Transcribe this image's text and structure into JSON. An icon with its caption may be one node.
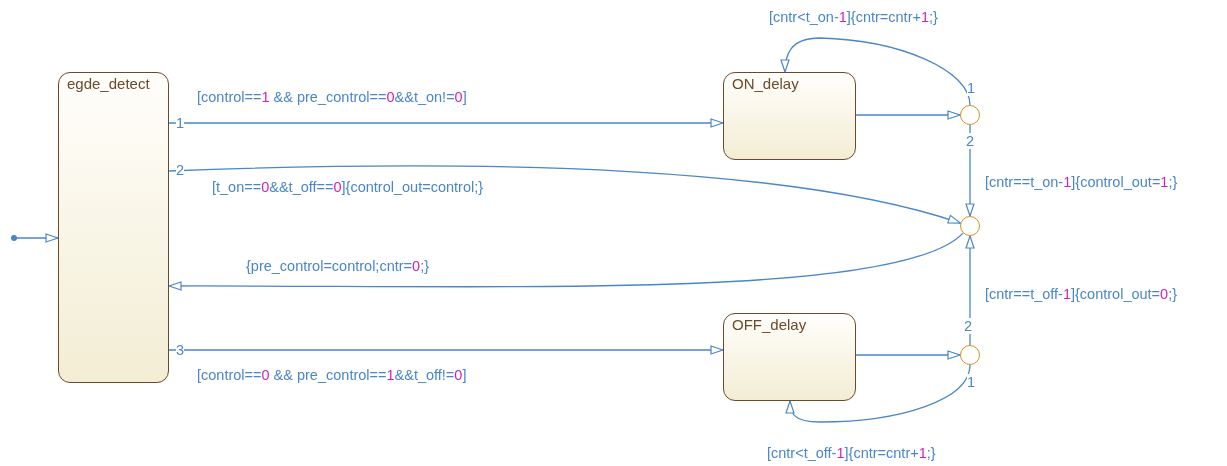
{
  "diagram": {
    "nodes": [
      {
        "text": [
          "egde_detect"
        ]
      },
      {
        "text": [
          "ON_delay"
        ]
      },
      {
        "text": [
          "OFF_delay"
        ]
      },
      {
        "text": [],
        "shape": "circle"
      },
      {
        "text": [],
        "shape": "circle"
      },
      {
        "text": [],
        "shape": "circle"
      }
    ],
    "edges": [
      {
        "from": null,
        "to": 0,
        "arrow": "to"
      },
      {
        "from": 0,
        "to": 1,
        "arrow": "to",
        "label": "[control==1 && pre_control==0&&t_on!=0]"
      },
      {
        "from": 0,
        "to": 4,
        "arrow": "to",
        "label": "[t_on==0&&t_off==0]{control_out=control;}"
      },
      {
        "from": 0,
        "to": 2,
        "arrow": "to",
        "label": "[control==0 && pre_control==1&&t_off!=0]"
      },
      {
        "from": 1,
        "to": 3,
        "arrow": "to"
      },
      {
        "from": 3,
        "to": 1,
        "arrow": "to",
        "label": "[cntr<t_on-1]{cntr=cntr+1;}"
      },
      {
        "from": 3,
        "to": 4,
        "arrow": "to",
        "label": "[cntr==t_on-1]{control_out=1;}"
      },
      {
        "from": 4,
        "to": 0,
        "arrow": "to",
        "label": "{pre_control=control;cntr=0;}"
      },
      {
        "from": 2,
        "to": 5,
        "arrow": "to"
      },
      {
        "from": 5,
        "to": 2,
        "arrow": "to",
        "label": "[cntr<t_off-1]{cntr=cntr+1;}"
      },
      {
        "from": 5,
        "to": 4,
        "arrow": "to",
        "label": "[cntr==t_off-1]{control_out=0;}"
      }
    ],
    "labels": [
      "1",
      "1",
      "2",
      "2",
      "3",
      "2",
      "1"
    ]
  }
}
